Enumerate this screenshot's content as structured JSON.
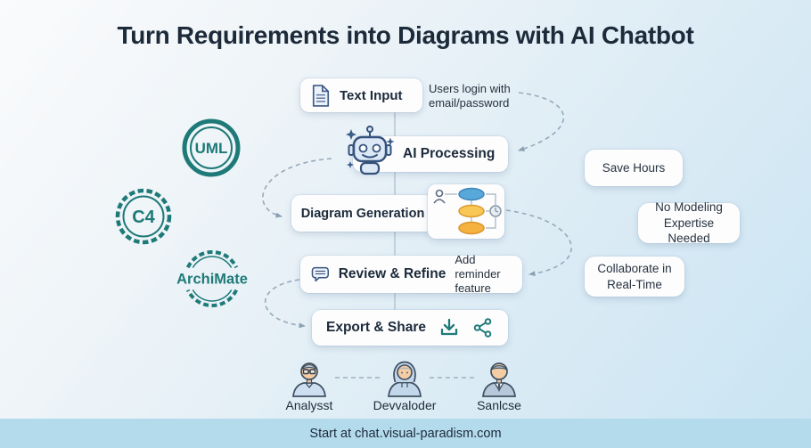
{
  "title": "Turn Requirements into Diagrams with AI Chatbot",
  "flow": {
    "steps": [
      {
        "label": "Text Input"
      },
      {
        "label": "AI Processing"
      },
      {
        "label": "Diagram Generation"
      },
      {
        "label": "Review & Refine"
      },
      {
        "label": "Export & Share"
      }
    ],
    "annotations": [
      {
        "text": "Users login with email/password"
      },
      {
        "text": "Add reminder feature"
      }
    ]
  },
  "badges": [
    {
      "label": "UML"
    },
    {
      "label": "C4"
    },
    {
      "label": "ArchiMate"
    }
  ],
  "benefits": [
    {
      "label": "Save Hours"
    },
    {
      "label": "No Modeling Expertise Needed"
    },
    {
      "label": "Collaborate in Real-Time"
    }
  ],
  "people": [
    {
      "label": "Analysst"
    },
    {
      "label": "Devvaloder"
    },
    {
      "label": "Sanlcse"
    }
  ],
  "footer": {
    "text": "Start at chat.visual-paradism.com"
  },
  "colors": {
    "teal": "#1e7a78",
    "accent_blue": "#58a8da",
    "accent_yellow": "#f8c756",
    "accent_orange": "#f5b23f",
    "text_dark": "#1c2a3a",
    "footer_bg": "#b3dbec",
    "arrow_gray": "#8ba0b4"
  }
}
